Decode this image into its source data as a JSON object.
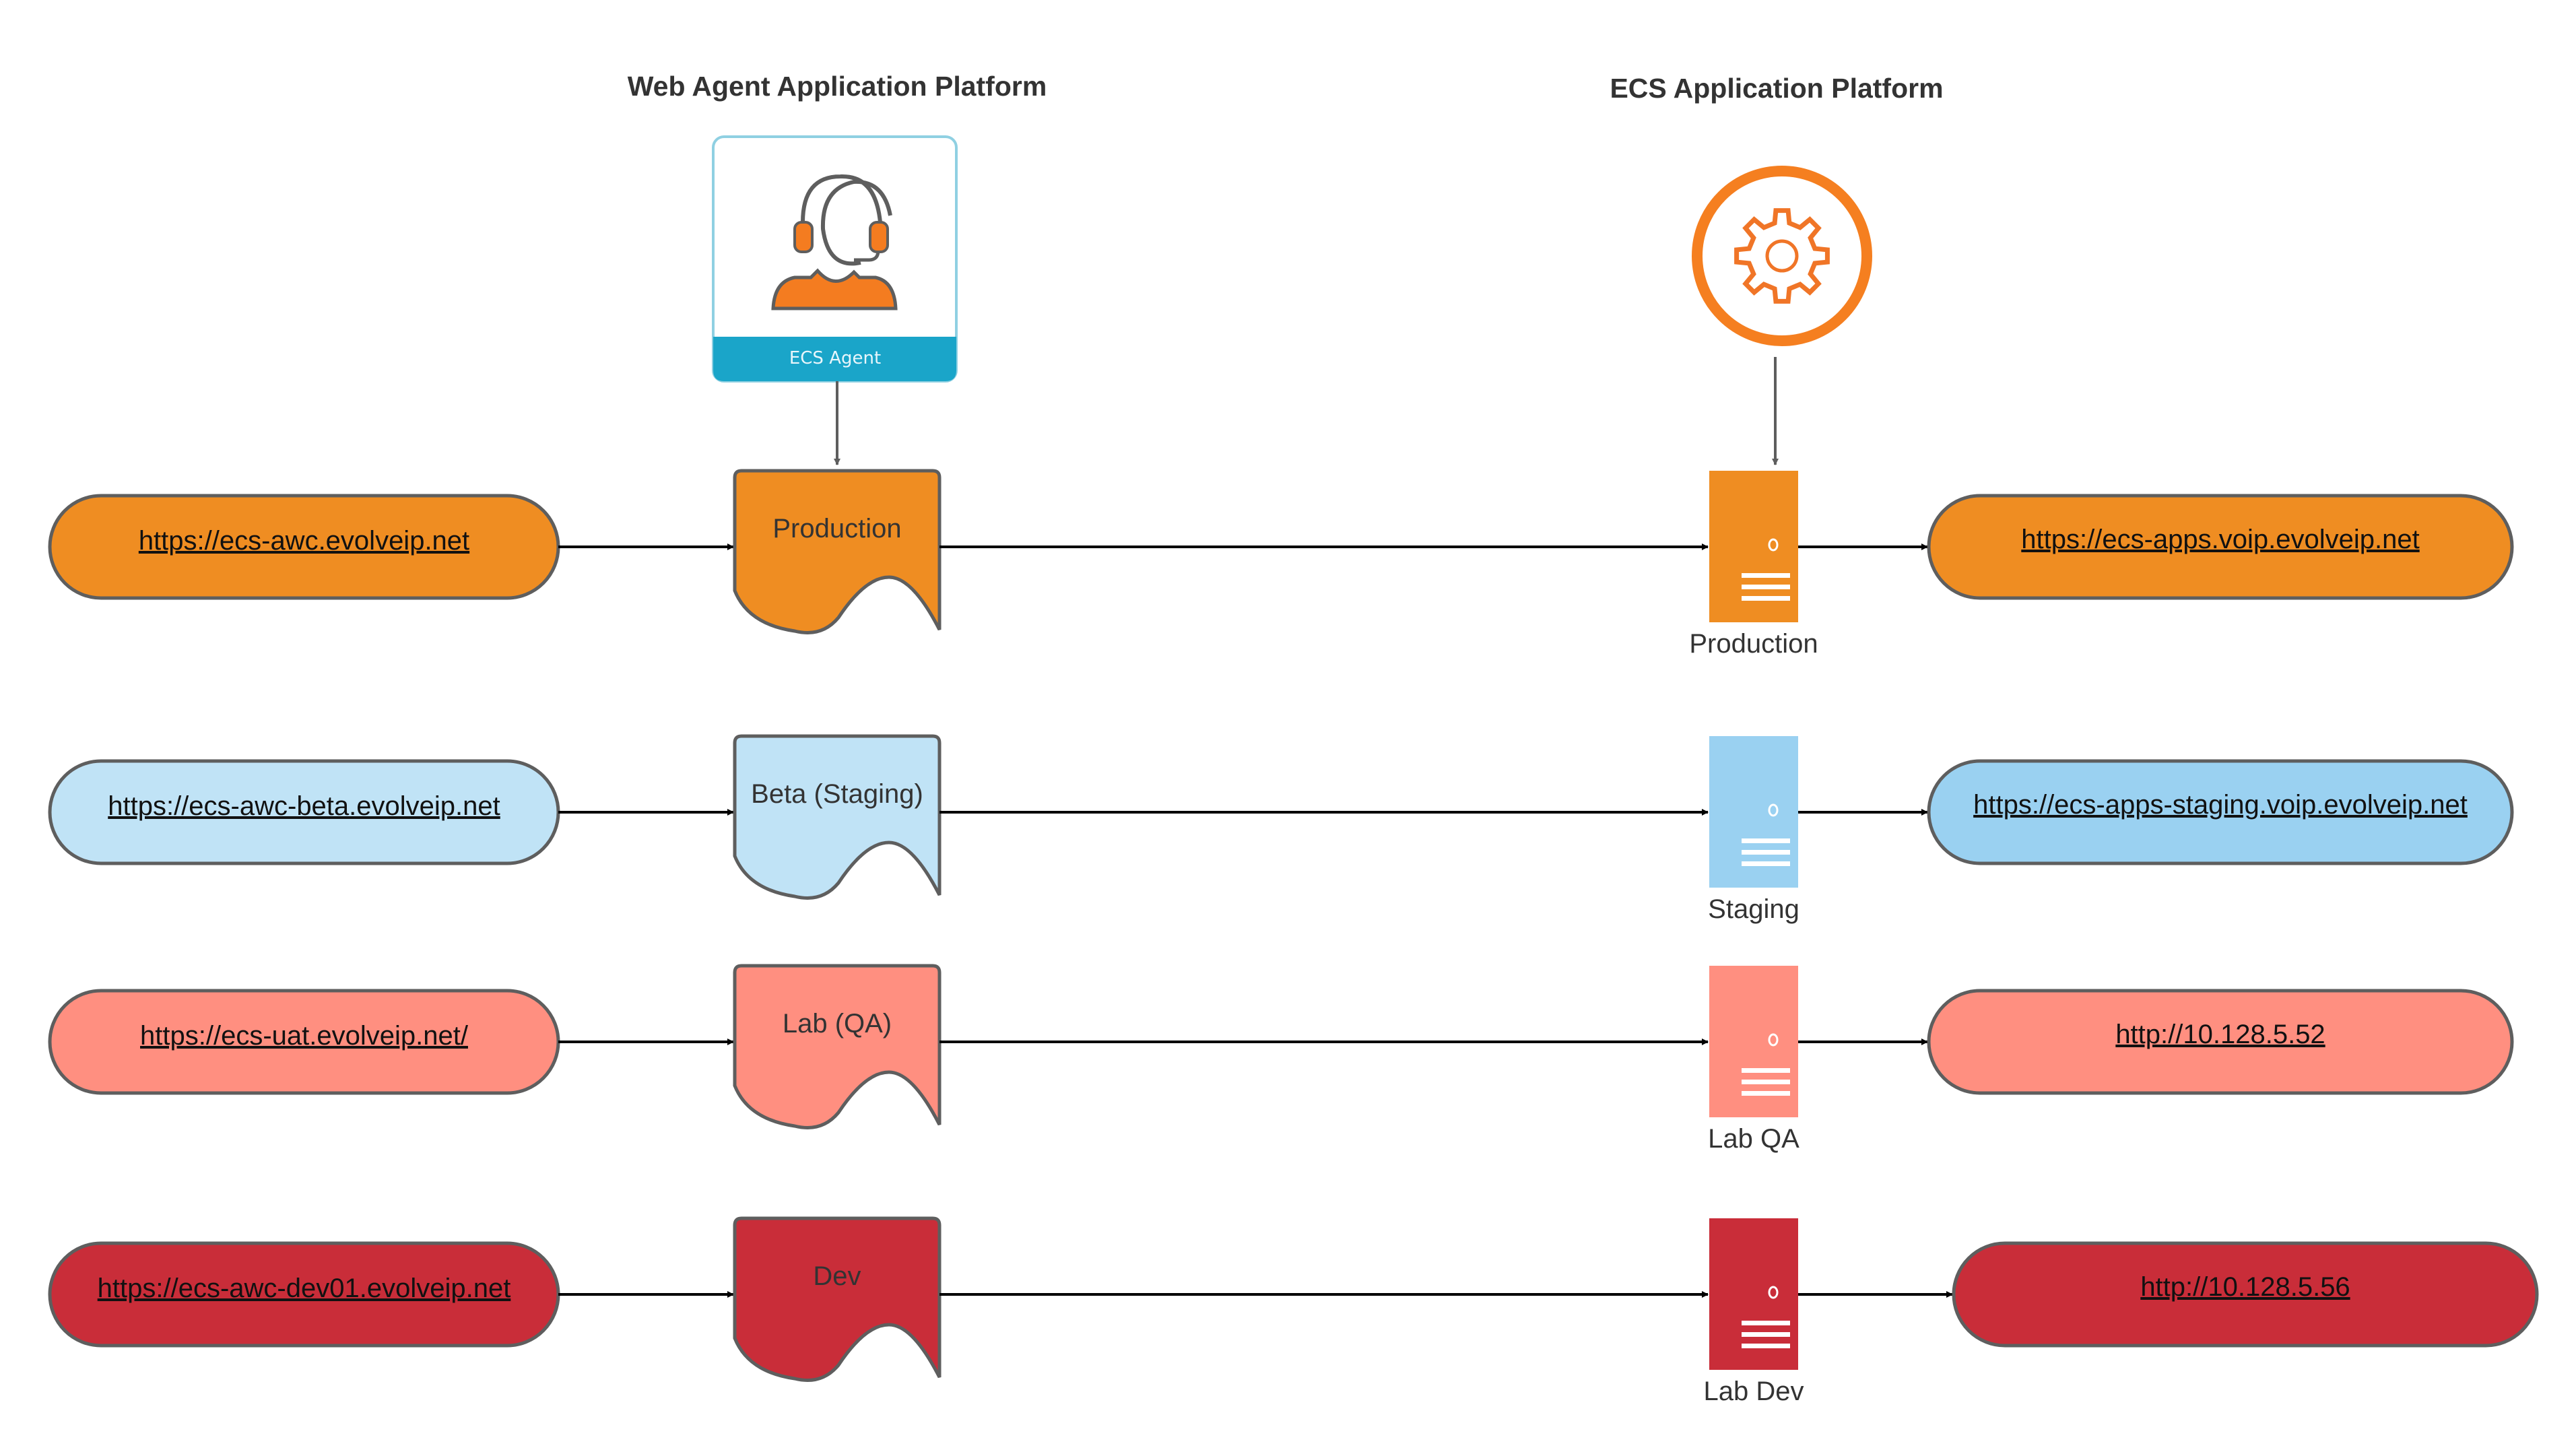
{
  "headers": {
    "web_agent_platform": "Web Agent Application Platform",
    "ecs_platform": "ECS Application Platform"
  },
  "agent_card": {
    "label": "ECS Agent",
    "icon": "headset-agent-icon"
  },
  "ecs_icon": {
    "icon": "gear-icon"
  },
  "colors": {
    "production": "#ef8d22",
    "staging_light": "#c0e3f6",
    "staging_mid": "#9ad1f1",
    "lab_qa": "#ff8f80",
    "dev": "#c92d39",
    "stroke": "#5e5e5e",
    "accent_orange": "#f5821f",
    "card_blue": "#1aa5c9"
  },
  "rows": [
    {
      "id": "production",
      "source_url": "https://ecs-awc.evolveip.net",
      "web_platform_label": "Production",
      "server_label": "Production",
      "target_url": "https://ecs-apps.voip.evolveip.net",
      "fill_left": "#ef8d22",
      "fill_doc": "#ef8d22",
      "fill_server": "#ef8d22",
      "fill_right": "#ef8d22"
    },
    {
      "id": "staging",
      "source_url": "https://ecs-awc-beta.evolveip.net",
      "web_platform_label": "Beta (Staging)",
      "server_label": "Staging",
      "target_url": "https://ecs-apps-staging.voip.evolveip.net",
      "fill_left": "#c0e3f6",
      "fill_doc": "#c0e3f6",
      "fill_server": "#9ad1f1",
      "fill_right": "#9ad1f1"
    },
    {
      "id": "lab-qa",
      "source_url": "https://ecs-uat.evolveip.net/",
      "web_platform_label": "Lab (QA)",
      "server_label": "Lab QA",
      "target_url": "http://10.128.5.52",
      "fill_left": "#ff8f80",
      "fill_doc": "#ff8f80",
      "fill_server": "#ff8f80",
      "fill_right": "#ff8f80"
    },
    {
      "id": "dev",
      "source_url": "https://ecs-awc-dev01.evolveip.net",
      "web_platform_label": "Dev",
      "server_label": "Lab Dev",
      "target_url": "http://10.128.5.56",
      "fill_left": "#c92d39",
      "fill_doc": "#c92d39",
      "fill_server": "#c92d39",
      "fill_right": "#c92d39"
    }
  ]
}
